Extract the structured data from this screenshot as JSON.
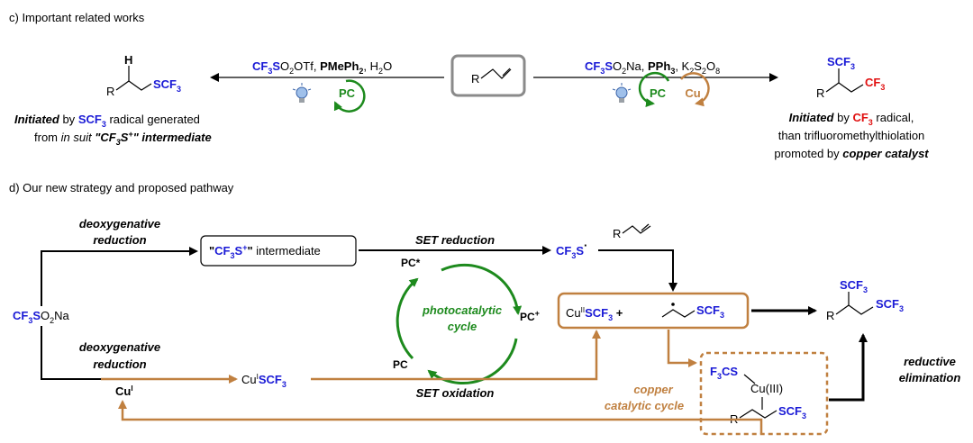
{
  "section_c": {
    "title": "c)  Important related works",
    "left_reagents": {
      "p1": "CF",
      "p1_sub": "3",
      "p2": "S",
      "p3": "O",
      "p3_sub": "2",
      "p4": "OTf, ",
      "p5": "PMePh",
      "p5_sub": "2",
      "p6": ", H",
      "p6_sub": "2",
      "p7": "O"
    },
    "right_reagents": {
      "p1": "CF",
      "p1_sub": "3",
      "p2": "S",
      "p3": "O",
      "p3_sub": "2",
      "p4": "Na, ",
      "p5": "PPh",
      "p5_sub": "3",
      "p6": ", K",
      "p6_sub": "2",
      "p7": "S",
      "p7_sub": "2",
      "p8": "O",
      "p8_sub": "8"
    },
    "pc_label": "PC",
    "cu_label": "Cu",
    "center_r": "R",
    "left_product": {
      "r": "R",
      "h": "H",
      "scf": "SCF",
      "scf_sub": "3"
    },
    "right_product": {
      "r": "R",
      "scf": "SCF",
      "scf_sub": "3",
      "cf": "CF",
      "cf_sub": "3"
    },
    "left_caption": {
      "l1a": "Initiated",
      "l1b": " by ",
      "l1c": "SCF",
      "l1c_sub": "3",
      "l1d": " radical generated",
      "l2a": "from ",
      "l2b": "in suit ",
      "l2c": "\"CF",
      "l2c_sub": "3",
      "l2d": "S",
      "l2d_sup": "+",
      "l2e": "\" intermediate"
    },
    "right_caption": {
      "l1a": "Initiated",
      "l1b": " by ",
      "l1c": "CF",
      "l1c_sub": "3",
      "l1d": " radical,",
      "l2": "than trifluoromethylthiolation",
      "l3a": "promoted by ",
      "l3b": "copper catalyst"
    }
  },
  "section_d": {
    "title": "d)  Our new strategy and proposed pathway",
    "start": {
      "a": "CF",
      "a_sub": "3",
      "b": "S",
      "c": "O",
      "c_sub": "2",
      "d": "Na"
    },
    "deox1": [
      "deoxygenative",
      "reduction"
    ],
    "deox2": [
      "deoxygenative",
      "reduction"
    ],
    "intermediate": {
      "q1": "\"",
      "a": "CF",
      "a_sub": "3",
      "b": "S",
      "b_sup": "+",
      "q2": "\"",
      "rest": " intermediate"
    },
    "set_reduction": "SET reduction",
    "set_oxidation": "SET oxidation",
    "cf3s_radical": {
      "a": "CF",
      "a_sub": "3",
      "b": "S",
      "dot": "·"
    },
    "alkene_r": "R",
    "pc_star": "PC*",
    "pc_plus": "PC",
    "pc_plus_sup": "+",
    "pc": "PC",
    "photo_cycle": [
      "photocatalytic",
      "cycle"
    ],
    "cu_box": {
      "cu": "Cu",
      "cu_sup": "II",
      "scf": "SCF",
      "scf_sub": "3",
      "plus": " +",
      "scf2": "SCF",
      "scf2_sub": "3"
    },
    "cu1": {
      "cu": "Cu",
      "sup": "I"
    },
    "cu1_scf3": {
      "cu": "Cu",
      "sup": "I",
      "scf": "SCF",
      "scf_sub": "3"
    },
    "product": {
      "r": "R",
      "scf_a": "SCF",
      "scf_a_sub": "3",
      "scf_b": "SCF",
      "scf_b_sub": "3"
    },
    "copper_cycle": [
      "copper",
      "catalytic cycle"
    ],
    "cu3_complex": {
      "f3cs": "F",
      "f3cs_sub": "3",
      "f3cs_b": "CS",
      "cu": "Cu(III)",
      "r": "R",
      "scf": "SCF",
      "scf_sub": "3"
    },
    "reductive_elim": [
      "reductive",
      "elimination"
    ]
  },
  "colors": {
    "blue": "#1a1ad6",
    "red": "#e01010",
    "green": "#1d8a1d",
    "orange": "#c08040",
    "black": "#000000"
  }
}
